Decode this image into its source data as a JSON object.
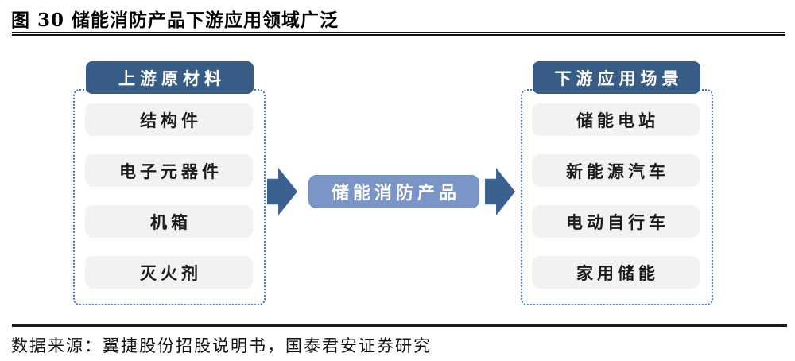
{
  "title": "图 30 储能消防产品下游应用领域广泛",
  "source": "数据来源：翼捷股份招股说明书，国泰君安证券研究",
  "colors": {
    "header_blue": "#375c86",
    "center_blue": "#7b96c6",
    "arrow_blue": "#3a6190",
    "dotted_border_blue": "#4472c4",
    "item_gray": "#f2f2f2"
  },
  "left_panel": {
    "header": "上游原材料",
    "items": [
      "结构件",
      "电子元器件",
      "机箱",
      "灭火剂"
    ]
  },
  "center": {
    "label": "储能消防产品"
  },
  "right_panel": {
    "header": "下游应用场景",
    "items": [
      "储能电站",
      "新能源汽车",
      "电动自行车",
      "家用储能"
    ]
  }
}
